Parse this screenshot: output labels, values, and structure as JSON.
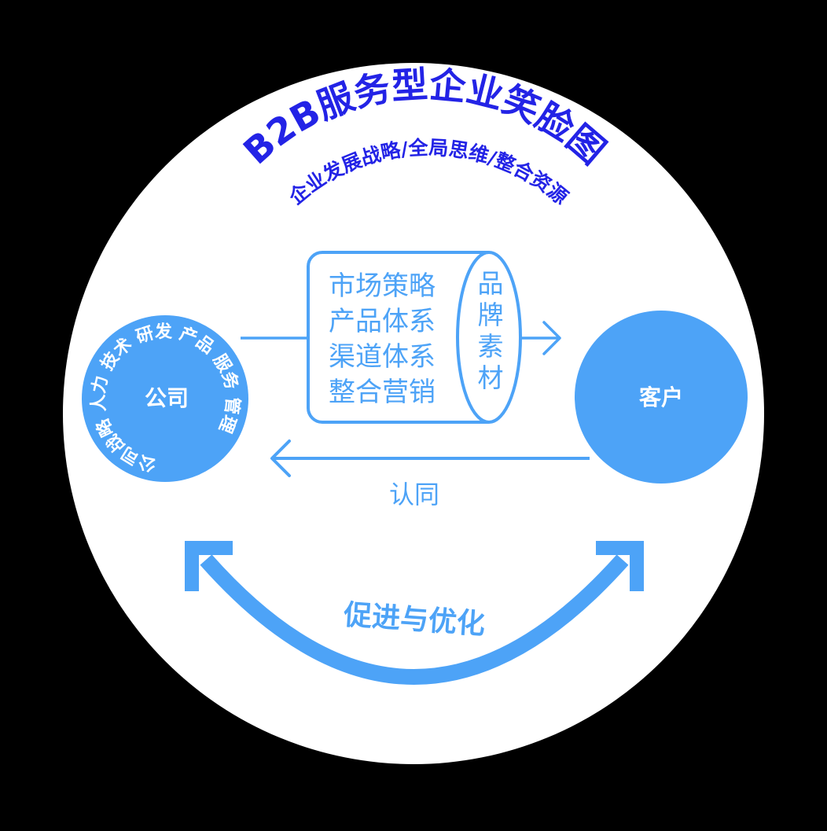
{
  "title": "B2B服务型企业笑脸图",
  "subtitle": "企业发展战略/全局思维/整合资源",
  "company": {
    "label": "公司",
    "ring_items": [
      "公司战略",
      "人力",
      "技术",
      "研发",
      "产品",
      "服务",
      "管理"
    ]
  },
  "customer": {
    "label": "客户"
  },
  "offering": {
    "items": [
      "市场策略",
      "产品体系",
      "渠道体系",
      "整合营销"
    ],
    "brand_label": "品牌素材"
  },
  "feedback_label": "认同",
  "cycle_label": "促进与优化",
  "colors": {
    "background": "#000000",
    "circle": "#ffffff",
    "title": "#2323e6",
    "accent": "#4da3f7"
  }
}
